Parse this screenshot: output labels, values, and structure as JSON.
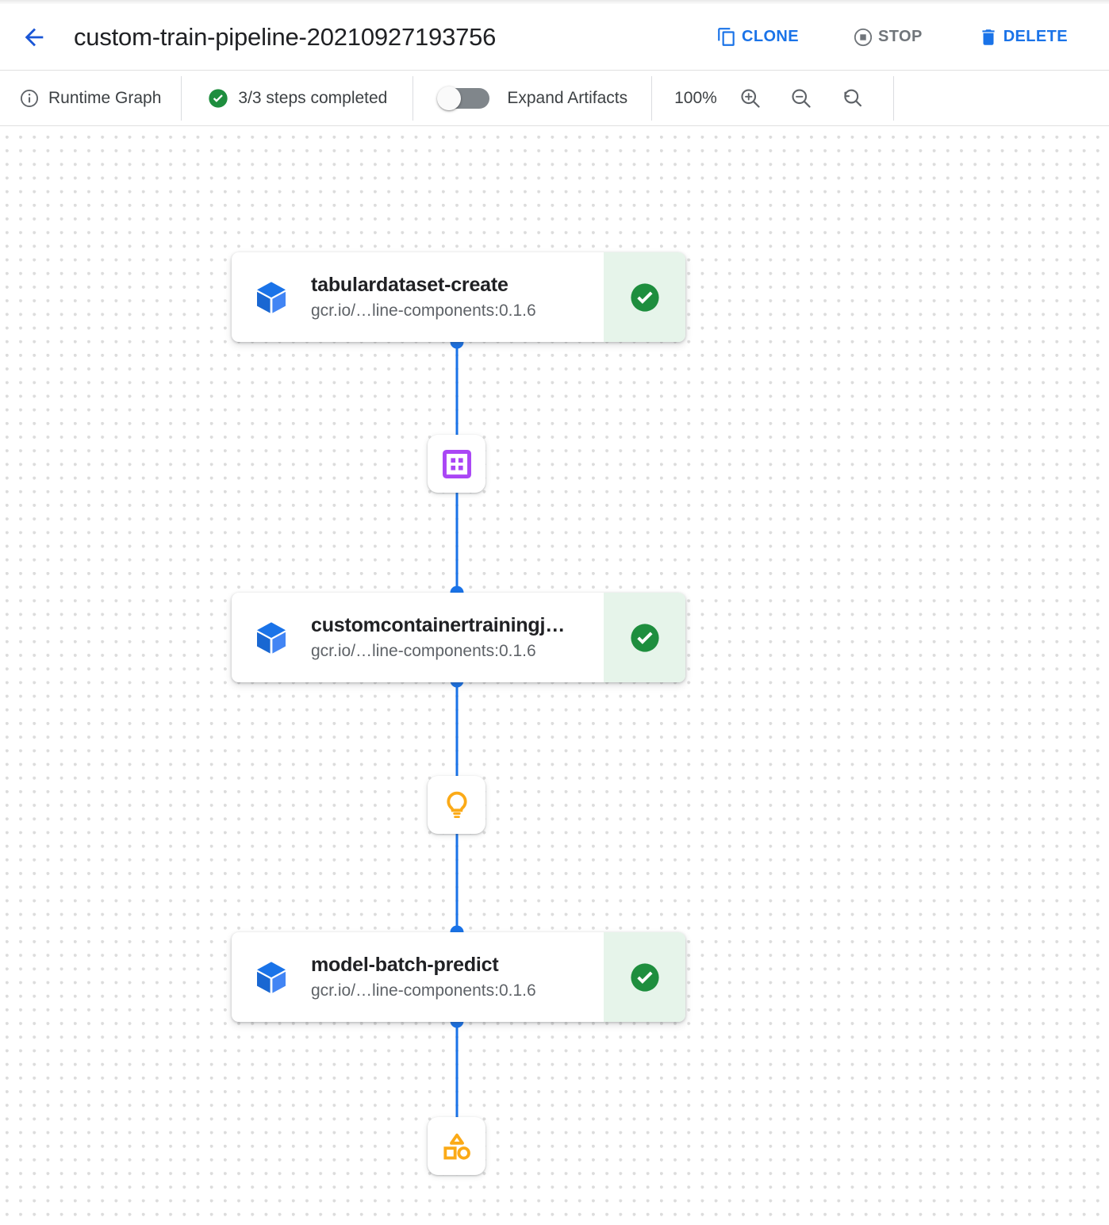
{
  "header": {
    "back_icon": "arrow-left-icon",
    "title": "custom-train-pipeline-20210927193756",
    "actions": [
      {
        "id": "clone",
        "label": "CLONE",
        "icon": "copy-icon",
        "state": "enabled"
      },
      {
        "id": "stop",
        "label": "STOP",
        "icon": "stop-icon",
        "state": "disabled"
      },
      {
        "id": "delete",
        "label": "DELETE",
        "icon": "trash-icon",
        "state": "enabled"
      }
    ]
  },
  "toolbar": {
    "graph_mode_label": "Runtime Graph",
    "graph_mode_icon": "info-circle-icon",
    "status_label": "3/3 steps completed",
    "status_icon": "check-circle-icon",
    "expand_artifacts_label": "Expand Artifacts",
    "expand_artifacts_on": false,
    "zoom_level": "100%",
    "zoom_in_icon": "zoom-in-icon",
    "zoom_out_icon": "zoom-out-icon",
    "zoom_reset_icon": "zoom-reset-icon"
  },
  "colors": {
    "accent_blue": "#1a73e8",
    "status_green": "#1e8e3e",
    "status_green_bg": "#e6f4ea",
    "artifact_purple": "#aa46f5",
    "artifact_amber": "#fbaa17",
    "disabled_grey": "#70757a",
    "dot_grid": "#dcdcdc"
  },
  "graph": {
    "nodes": [
      {
        "id": "tabulardataset-create",
        "title": "tabulardataset-create",
        "subtitle": "gcr.io/…line-components:0.1.6",
        "icon": "cube-icon",
        "status": "succeeded",
        "status_icon": "check-circle-icon"
      },
      {
        "id": "customcontainertrainingjob",
        "title": "customcontainertrainingj…",
        "subtitle": "gcr.io/…line-components:0.1.6",
        "icon": "cube-icon",
        "status": "succeeded",
        "status_icon": "check-circle-icon"
      },
      {
        "id": "model-batch-predict",
        "title": "model-batch-predict",
        "subtitle": "gcr.io/…line-components:0.1.6",
        "icon": "cube-icon",
        "status": "succeeded",
        "status_icon": "check-circle-icon"
      }
    ],
    "artifacts": [
      {
        "id": "dataset-artifact",
        "icon": "dataset-grid-icon",
        "color": "#aa46f5"
      },
      {
        "id": "model-artifact",
        "icon": "lightbulb-icon",
        "color": "#fbaa17"
      },
      {
        "id": "batch-prediction-artifact",
        "icon": "shapes-icon",
        "color": "#fbaa17"
      }
    ]
  }
}
